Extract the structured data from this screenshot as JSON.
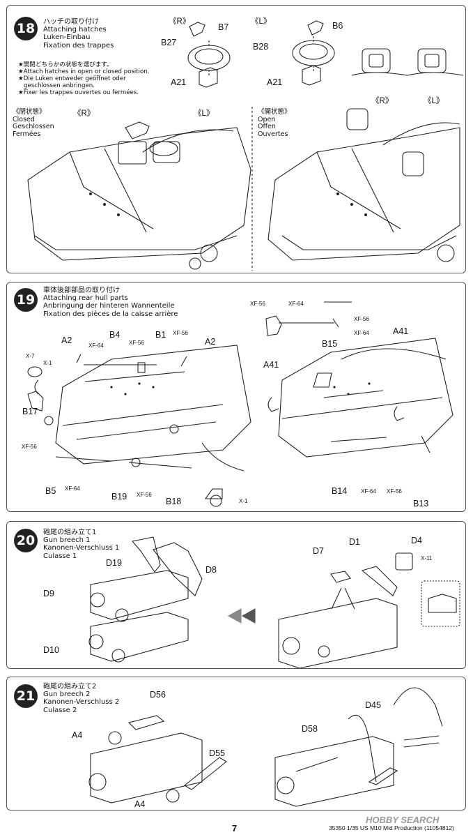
{
  "step18": {
    "number": "18",
    "title_jp": "ハッチの取り付け",
    "title_en": "Attaching hatches",
    "title_de": "Luken-Einbau",
    "title_fr": "Fixation des trappes",
    "note_jp": "★開閉どちらかの状態を選びます。",
    "note_en": "★Attach hatches in open or closed position.",
    "note_de1": "★Die Luken entweder geöffnet oder",
    "note_de2": "geschlossen anbringen.",
    "note_fr": "★Fixer les trappes ouvertes ou fermées.",
    "right_mark": "《R》",
    "left_mark": "《L》",
    "parts": {
      "b7": "B7",
      "b27": "B27",
      "a21r": "A21",
      "b6": "B6",
      "b28": "B28",
      "a21l": "A21"
    },
    "closed": {
      "jp": "《閉状態》",
      "en": "Closed",
      "de": "Geschlossen",
      "fr": "Fermées"
    },
    "open": {
      "jp": "《開状態》",
      "en": "Open",
      "de": "Offen",
      "fr": "Ouvertes"
    }
  },
  "step19": {
    "number": "19",
    "title_jp": "車体後部部品の取り付け",
    "title_en": "Attaching rear hull parts",
    "title_de": "Anbringung der hinteren Wannenteile",
    "title_fr": "Fixation des pièces de la caisse arrière",
    "parts": {
      "a2a": "A2",
      "b4": "B4",
      "b1": "B1",
      "a2b": "A2",
      "b17": "B17",
      "b5": "B5",
      "b19": "B19",
      "b18": "B18",
      "b15": "B15",
      "a41a": "A41",
      "a41b": "A41",
      "b14": "B14",
      "b13": "B13"
    },
    "paints": {
      "xf64a": "XF-64",
      "xf56a": "XF-56",
      "xf56b": "XF-56",
      "x7": "X-7",
      "x1a": "X-1",
      "xf56c": "XF-56",
      "xf64b": "XF-64",
      "xf56d": "XF-56",
      "x1b": "X-1",
      "xf56e": "XF-56",
      "xf64c": "XF-64",
      "xf56f": "XF-56",
      "xf64d": "XF-64",
      "xf64e": "XF-64",
      "xf56g": "XF-56"
    }
  },
  "step20": {
    "number": "20",
    "title_jp": "砲尾の組み立て1",
    "title_en": "Gun breech 1",
    "title_de": "Kanonen-Verschluss 1",
    "title_fr": "Culasse 1",
    "parts": {
      "d19": "D19",
      "d8": "D8",
      "d9": "D9",
      "d10": "D10",
      "d7": "D7",
      "d1": "D1",
      "d4": "D4"
    },
    "paints": {
      "x11": "X-11"
    }
  },
  "step21": {
    "number": "21",
    "title_jp": "砲尾の組み立て2",
    "title_en": "Gun breech 2",
    "title_de": "Kanonen-Verschluss 2",
    "title_fr": "Culasse 2",
    "parts": {
      "d56": "D56",
      "a4a": "A4",
      "d55": "D55",
      "a4b": "A4",
      "d58": "D58",
      "d45": "D45"
    }
  },
  "footer": {
    "code": "35350",
    "title": "1/35 US M10 Mid Production (11054812)",
    "page": "7",
    "watermark": "HOBBY SEARCH"
  },
  "colors": {
    "ink": "#111111",
    "border": "#555555",
    "panel_bg": "#ffffff"
  }
}
